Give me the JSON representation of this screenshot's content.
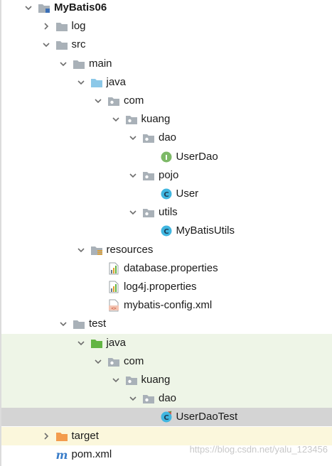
{
  "tree": {
    "rows": [
      {
        "id": "mybatis06",
        "label": "MyBatis06",
        "depth": 0,
        "arrow": "down",
        "icon": "module-folder-icon",
        "bold": true,
        "bg": ""
      },
      {
        "id": "log",
        "label": "log",
        "depth": 1,
        "arrow": "right",
        "icon": "folder-icon",
        "bold": false,
        "bg": ""
      },
      {
        "id": "src",
        "label": "src",
        "depth": 1,
        "arrow": "down",
        "icon": "folder-icon",
        "bold": false,
        "bg": ""
      },
      {
        "id": "main",
        "label": "main",
        "depth": 2,
        "arrow": "down",
        "icon": "folder-icon",
        "bold": false,
        "bg": ""
      },
      {
        "id": "main-java",
        "label": "java",
        "depth": 3,
        "arrow": "down",
        "icon": "source-folder-icon",
        "bold": false,
        "bg": ""
      },
      {
        "id": "main-com",
        "label": "com",
        "depth": 4,
        "arrow": "down",
        "icon": "package-icon",
        "bold": false,
        "bg": ""
      },
      {
        "id": "main-kuang",
        "label": "kuang",
        "depth": 5,
        "arrow": "down",
        "icon": "package-icon",
        "bold": false,
        "bg": ""
      },
      {
        "id": "main-dao",
        "label": "dao",
        "depth": 6,
        "arrow": "down",
        "icon": "package-icon",
        "bold": false,
        "bg": ""
      },
      {
        "id": "userdao",
        "label": "UserDao",
        "depth": 7,
        "arrow": "",
        "icon": "interface-icon",
        "bold": false,
        "bg": ""
      },
      {
        "id": "pojo",
        "label": "pojo",
        "depth": 6,
        "arrow": "down",
        "icon": "package-icon",
        "bold": false,
        "bg": ""
      },
      {
        "id": "user",
        "label": "User",
        "depth": 7,
        "arrow": "",
        "icon": "class-icon",
        "bold": false,
        "bg": ""
      },
      {
        "id": "utils",
        "label": "utils",
        "depth": 6,
        "arrow": "down",
        "icon": "package-icon",
        "bold": false,
        "bg": ""
      },
      {
        "id": "mybatisutils",
        "label": "MyBatisUtils",
        "depth": 7,
        "arrow": "",
        "icon": "class-icon",
        "bold": false,
        "bg": ""
      },
      {
        "id": "resources",
        "label": "resources",
        "depth": 3,
        "arrow": "down",
        "icon": "resources-folder-icon",
        "bold": false,
        "bg": ""
      },
      {
        "id": "database-properties",
        "label": "database.properties",
        "depth": 4,
        "arrow": "",
        "icon": "properties-file-icon",
        "bold": false,
        "bg": ""
      },
      {
        "id": "log4j-properties",
        "label": "log4j.properties",
        "depth": 4,
        "arrow": "",
        "icon": "properties-file-icon",
        "bold": false,
        "bg": ""
      },
      {
        "id": "mybatis-config",
        "label": "mybatis-config.xml",
        "depth": 4,
        "arrow": "",
        "icon": "xml-file-icon",
        "bold": false,
        "bg": ""
      },
      {
        "id": "test",
        "label": "test",
        "depth": 2,
        "arrow": "down",
        "icon": "folder-icon",
        "bold": false,
        "bg": ""
      },
      {
        "id": "test-java",
        "label": "java",
        "depth": 3,
        "arrow": "down",
        "icon": "test-source-folder-icon",
        "bold": false,
        "bg": "test"
      },
      {
        "id": "test-com",
        "label": "com",
        "depth": 4,
        "arrow": "down",
        "icon": "package-icon",
        "bold": false,
        "bg": "test"
      },
      {
        "id": "test-kuang",
        "label": "kuang",
        "depth": 5,
        "arrow": "down",
        "icon": "package-icon",
        "bold": false,
        "bg": "test"
      },
      {
        "id": "test-dao",
        "label": "dao",
        "depth": 6,
        "arrow": "down",
        "icon": "package-icon",
        "bold": false,
        "bg": "test"
      },
      {
        "id": "userdaotest",
        "label": "UserDaoTest",
        "depth": 7,
        "arrow": "",
        "icon": "test-class-icon",
        "bold": false,
        "bg": "selected"
      },
      {
        "id": "target",
        "label": "target",
        "depth": 1,
        "arrow": "right",
        "icon": "excluded-folder-icon",
        "bold": false,
        "bg": "excluded"
      },
      {
        "id": "pom",
        "label": "pom.xml",
        "depth": 1,
        "arrow": "",
        "icon": "maven-file-icon",
        "bold": false,
        "bg": ""
      }
    ]
  },
  "watermark": "https://blog.csdn.net/yalu_123456",
  "colors": {
    "folder": "#a9b1b8",
    "source_folder": "#8cc8e8",
    "test_folder": "#62b543",
    "excluded_folder": "#f39c4d",
    "interface": "#7db967",
    "class": "#40b6e0",
    "test_bg": "#eef5e7",
    "selected_bg": "#d4d4d4",
    "excluded_bg": "#fbf7dc",
    "maven": "#3b7ec9"
  }
}
